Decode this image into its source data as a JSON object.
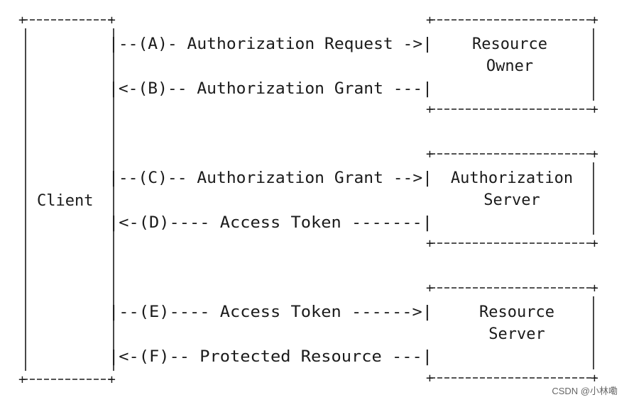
{
  "client": {
    "label": "Client"
  },
  "boxes": [
    {
      "lines": [
        "Resource",
        "Owner"
      ]
    },
    {
      "lines": [
        "Authorization",
        "Server"
      ]
    },
    {
      "lines": [
        "Resource",
        "Server"
      ]
    }
  ],
  "messages": [
    {
      "text": "|--(A)- Authorization Request ->|"
    },
    {
      "text": "|<-(B)-- Authorization Grant ---|"
    },
    {
      "text": "|--(C)-- Authorization Grant -->|"
    },
    {
      "text": "|<-(D)---- Access Token -------|"
    },
    {
      "text": "|--(E)---- Access Token ------>|"
    },
    {
      "text": "|<-(F)-- Protected Resource ---|"
    }
  ],
  "watermark": "CSDN @小林嘞"
}
